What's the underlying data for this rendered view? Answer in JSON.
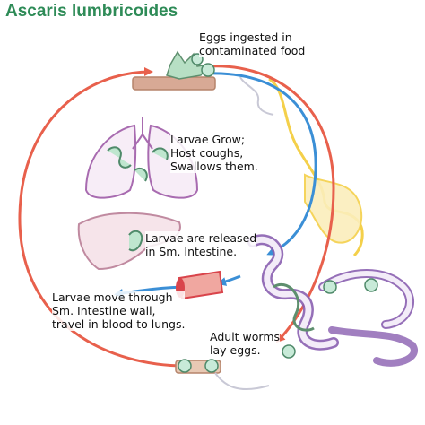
{
  "title": "Ascaris lumbricoides",
  "labels": {
    "ingested": [
      "Eggs ingested in",
      "contaminated food"
    ],
    "grow": [
      "Larvae Grow;",
      "Host coughs,",
      "Swallows them."
    ],
    "released": [
      "Larvae are released",
      "in Sm. Intestine."
    ],
    "move": [
      "Larvae move through",
      "Sm. Intestine wall,",
      "travel in blood to lungs."
    ],
    "adult": [
      "Adult worms",
      "lay eggs."
    ]
  },
  "colors": {
    "title": "#2e8b57",
    "cycle_arrow": "#e8604c",
    "internal_arrow": "#3b8fd6",
    "esophagus": "#f4d04a",
    "intestine": "#8a5fb0",
    "egg": "#c8ead8",
    "larva": "#bfe6cf",
    "lungs": "#a86bb0",
    "liver": "#f1dde3",
    "blood_vessel": "#d9444b",
    "soil": "#b5846b"
  },
  "icons": [
    "egg-cluster-icon",
    "leaf-icon",
    "soil-icon",
    "lungs-icon",
    "liver-icon",
    "blood-vessel-icon",
    "intestine-icon",
    "adult-worm-icon",
    "larva-icon"
  ]
}
